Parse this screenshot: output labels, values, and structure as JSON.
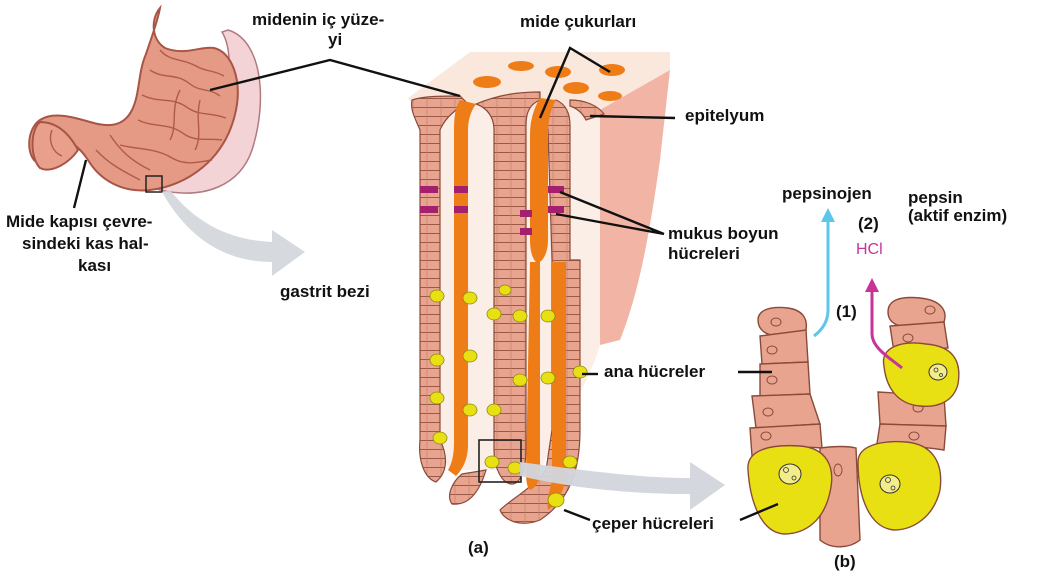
{
  "labels": {
    "inner_surface_line1": "midenin iç yüze-",
    "inner_surface_line2": "yi",
    "gastric_pits": "mide çukurları",
    "epithelium": "epitelyum",
    "pylorus_line1": "Mide kapısı çevre-",
    "pylorus_line2": "sindeki kas hal-",
    "pylorus_line3": "kası",
    "gastric_gland": "gastrit bezi",
    "mucous_neck_line1": "mukus boyun",
    "mucous_neck_line2": "hücreleri",
    "chief_cells": "ana hücreler",
    "parietal_cells": "çeper hücreleri",
    "pepsinogen": "pepsinojen",
    "pepsin_line1": "pepsin",
    "pepsin_line2": "(aktif enzim)",
    "hcl": "HCl",
    "step1": "(1)",
    "step2": "(2)",
    "panel_a": "(a)",
    "panel_b": "(b)"
  },
  "colors": {
    "stomach": "#e49a85",
    "stomach_outline": "#a85545",
    "lumen_orange": "#ee7d18",
    "cell_pink": "#e8a48e",
    "cell_outline": "#8a4a3a",
    "tissue_light": "#fbe8dc",
    "tissue_side": "#f2b5a5",
    "parietal_yellow": "#e9e014",
    "mucous_magenta": "#a4206e",
    "arrow_grey": "#d2d6dc",
    "pepsinogen_arrow": "#5cc7ea",
    "hcl_arrow": "#c8339a",
    "text": "#111111"
  }
}
